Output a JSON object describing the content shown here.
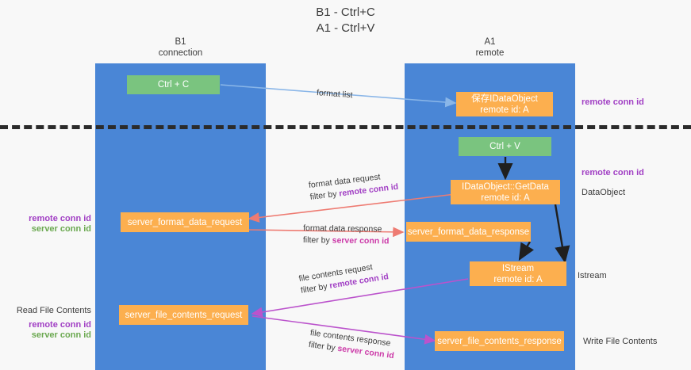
{
  "diagram": {
    "title": "B1 - Ctrl+C\nA1 - Ctrl+V",
    "lanes": [
      {
        "id": "b1",
        "header": "B1\nconnection"
      },
      {
        "id": "a1",
        "header": "A1\nremote"
      }
    ],
    "nodes": [
      {
        "id": "ctrl-c",
        "label": "Ctrl + C",
        "color": "#7ac47f"
      },
      {
        "id": "save-idataobject",
        "label": "保存IDataObject\nremote id: A",
        "color": "#fcaf4f"
      },
      {
        "id": "ctrl-v",
        "label": "Ctrl + V",
        "color": "#7ac47f"
      },
      {
        "id": "idataobject-getdata",
        "label": "IDataObject::GetData\nremote id: A",
        "color": "#fcaf4f"
      },
      {
        "id": "server-format-data-request",
        "label": "server_format_data_request",
        "color": "#fcaf4f"
      },
      {
        "id": "server-format-data-response",
        "label": "server_format_data_response",
        "color": "#fcaf4f"
      },
      {
        "id": "istream",
        "label": "IStream\nremote id: A",
        "color": "#fcaf4f"
      },
      {
        "id": "server-file-contents-request",
        "label": "server_file_contents_request",
        "color": "#fcaf4f"
      },
      {
        "id": "server-file-contents-response",
        "label": "server_file_contents_response",
        "color": "#fcaf4f"
      }
    ],
    "edges": [
      {
        "id": "format-list",
        "caption": "format list",
        "filter": "",
        "filter_key": "",
        "color": "#8ab6e8"
      },
      {
        "id": "format-data-request",
        "caption": "format data request",
        "filter": "filter by ",
        "filter_key": "remote conn id",
        "color": "#ee7b72"
      },
      {
        "id": "format-data-response",
        "caption": "format data response",
        "filter": "filter by ",
        "filter_key": "server conn id",
        "color": "#ee7b72"
      },
      {
        "id": "file-contents-request",
        "caption": "file contents request",
        "filter": "filter by ",
        "filter_key": "remote conn id",
        "color": "#bb53cc"
      },
      {
        "id": "file-contents-response",
        "caption": "file contents response",
        "filter": "filter by ",
        "filter_key": "server conn id",
        "color": "#bb53cc"
      }
    ],
    "side_labels": {
      "right_remote_conn_id_top": "remote conn id",
      "right_remote_conn_id_mid": "remote conn id",
      "right_dataobject": "DataObject",
      "right_istream": "Istream",
      "right_write_file_contents": "Write File Contents",
      "left_remote_conn_id_mid": "remote conn id",
      "left_server_conn_id_mid": "server conn id",
      "left_read_file_contents": "Read File Contents",
      "left_remote_conn_id_bottom": "remote conn id",
      "left_server_conn_id_bottom": "server conn id"
    },
    "colors": {
      "lane": "#4a86d6",
      "green_node": "#7ac47f",
      "orange_node": "#fcaf4f",
      "purple_text": "#a13fc4",
      "green_text": "#6aa84f",
      "pink_text": "#cc3aa8",
      "red_arrow": "#ee7b72",
      "blue_arrow": "#8ab6e8",
      "purple_arrow": "#bb53cc",
      "background": "#f8f8f8",
      "divider": "#2b2b2b"
    }
  }
}
